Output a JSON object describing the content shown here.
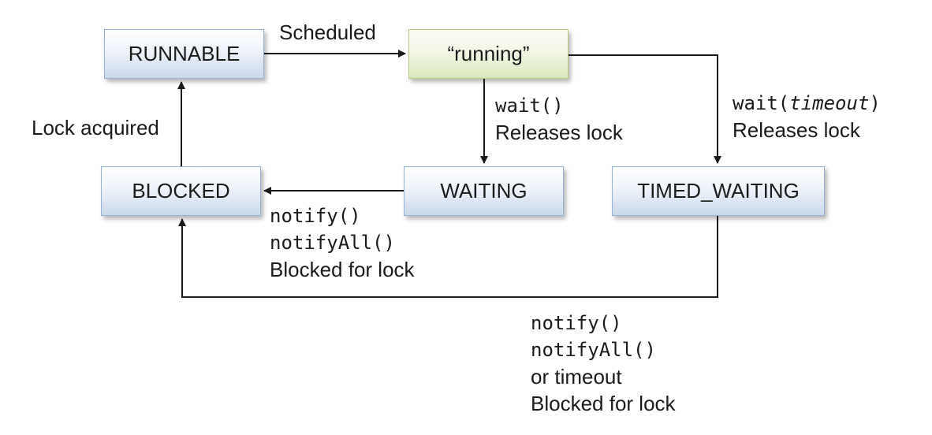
{
  "states": {
    "runnable": "RUNNABLE",
    "running": "“running”",
    "blocked": "BLOCKED",
    "waiting": "WAITING",
    "timed_waiting": "TIMED_WAITING"
  },
  "transitions": {
    "runnable_to_running": {
      "label": "Scheduled"
    },
    "blocked_to_runnable": {
      "label": "Lock acquired"
    },
    "running_to_waiting": {
      "call": "wait()",
      "note": "Releases lock"
    },
    "running_to_timed_waiting": {
      "call_prefix": "wait(",
      "call_arg": "timeout",
      "call_suffix": ")",
      "note": "Releases lock"
    },
    "waiting_to_blocked": {
      "line1": "notify()",
      "line2": "notifyAll()",
      "line3": "Blocked for lock"
    },
    "timed_waiting_to_blocked": {
      "line1": "notify()",
      "line2": "notifyAll()",
      "line3": "or timeout",
      "line4": "Blocked for lock"
    }
  },
  "colors": {
    "state_border": "#95b3d7",
    "state_fill": "#c9d8ec",
    "running_border": "#b3cc82",
    "running_fill": "#d9e7bd",
    "arrow": "#1a1a1a"
  }
}
